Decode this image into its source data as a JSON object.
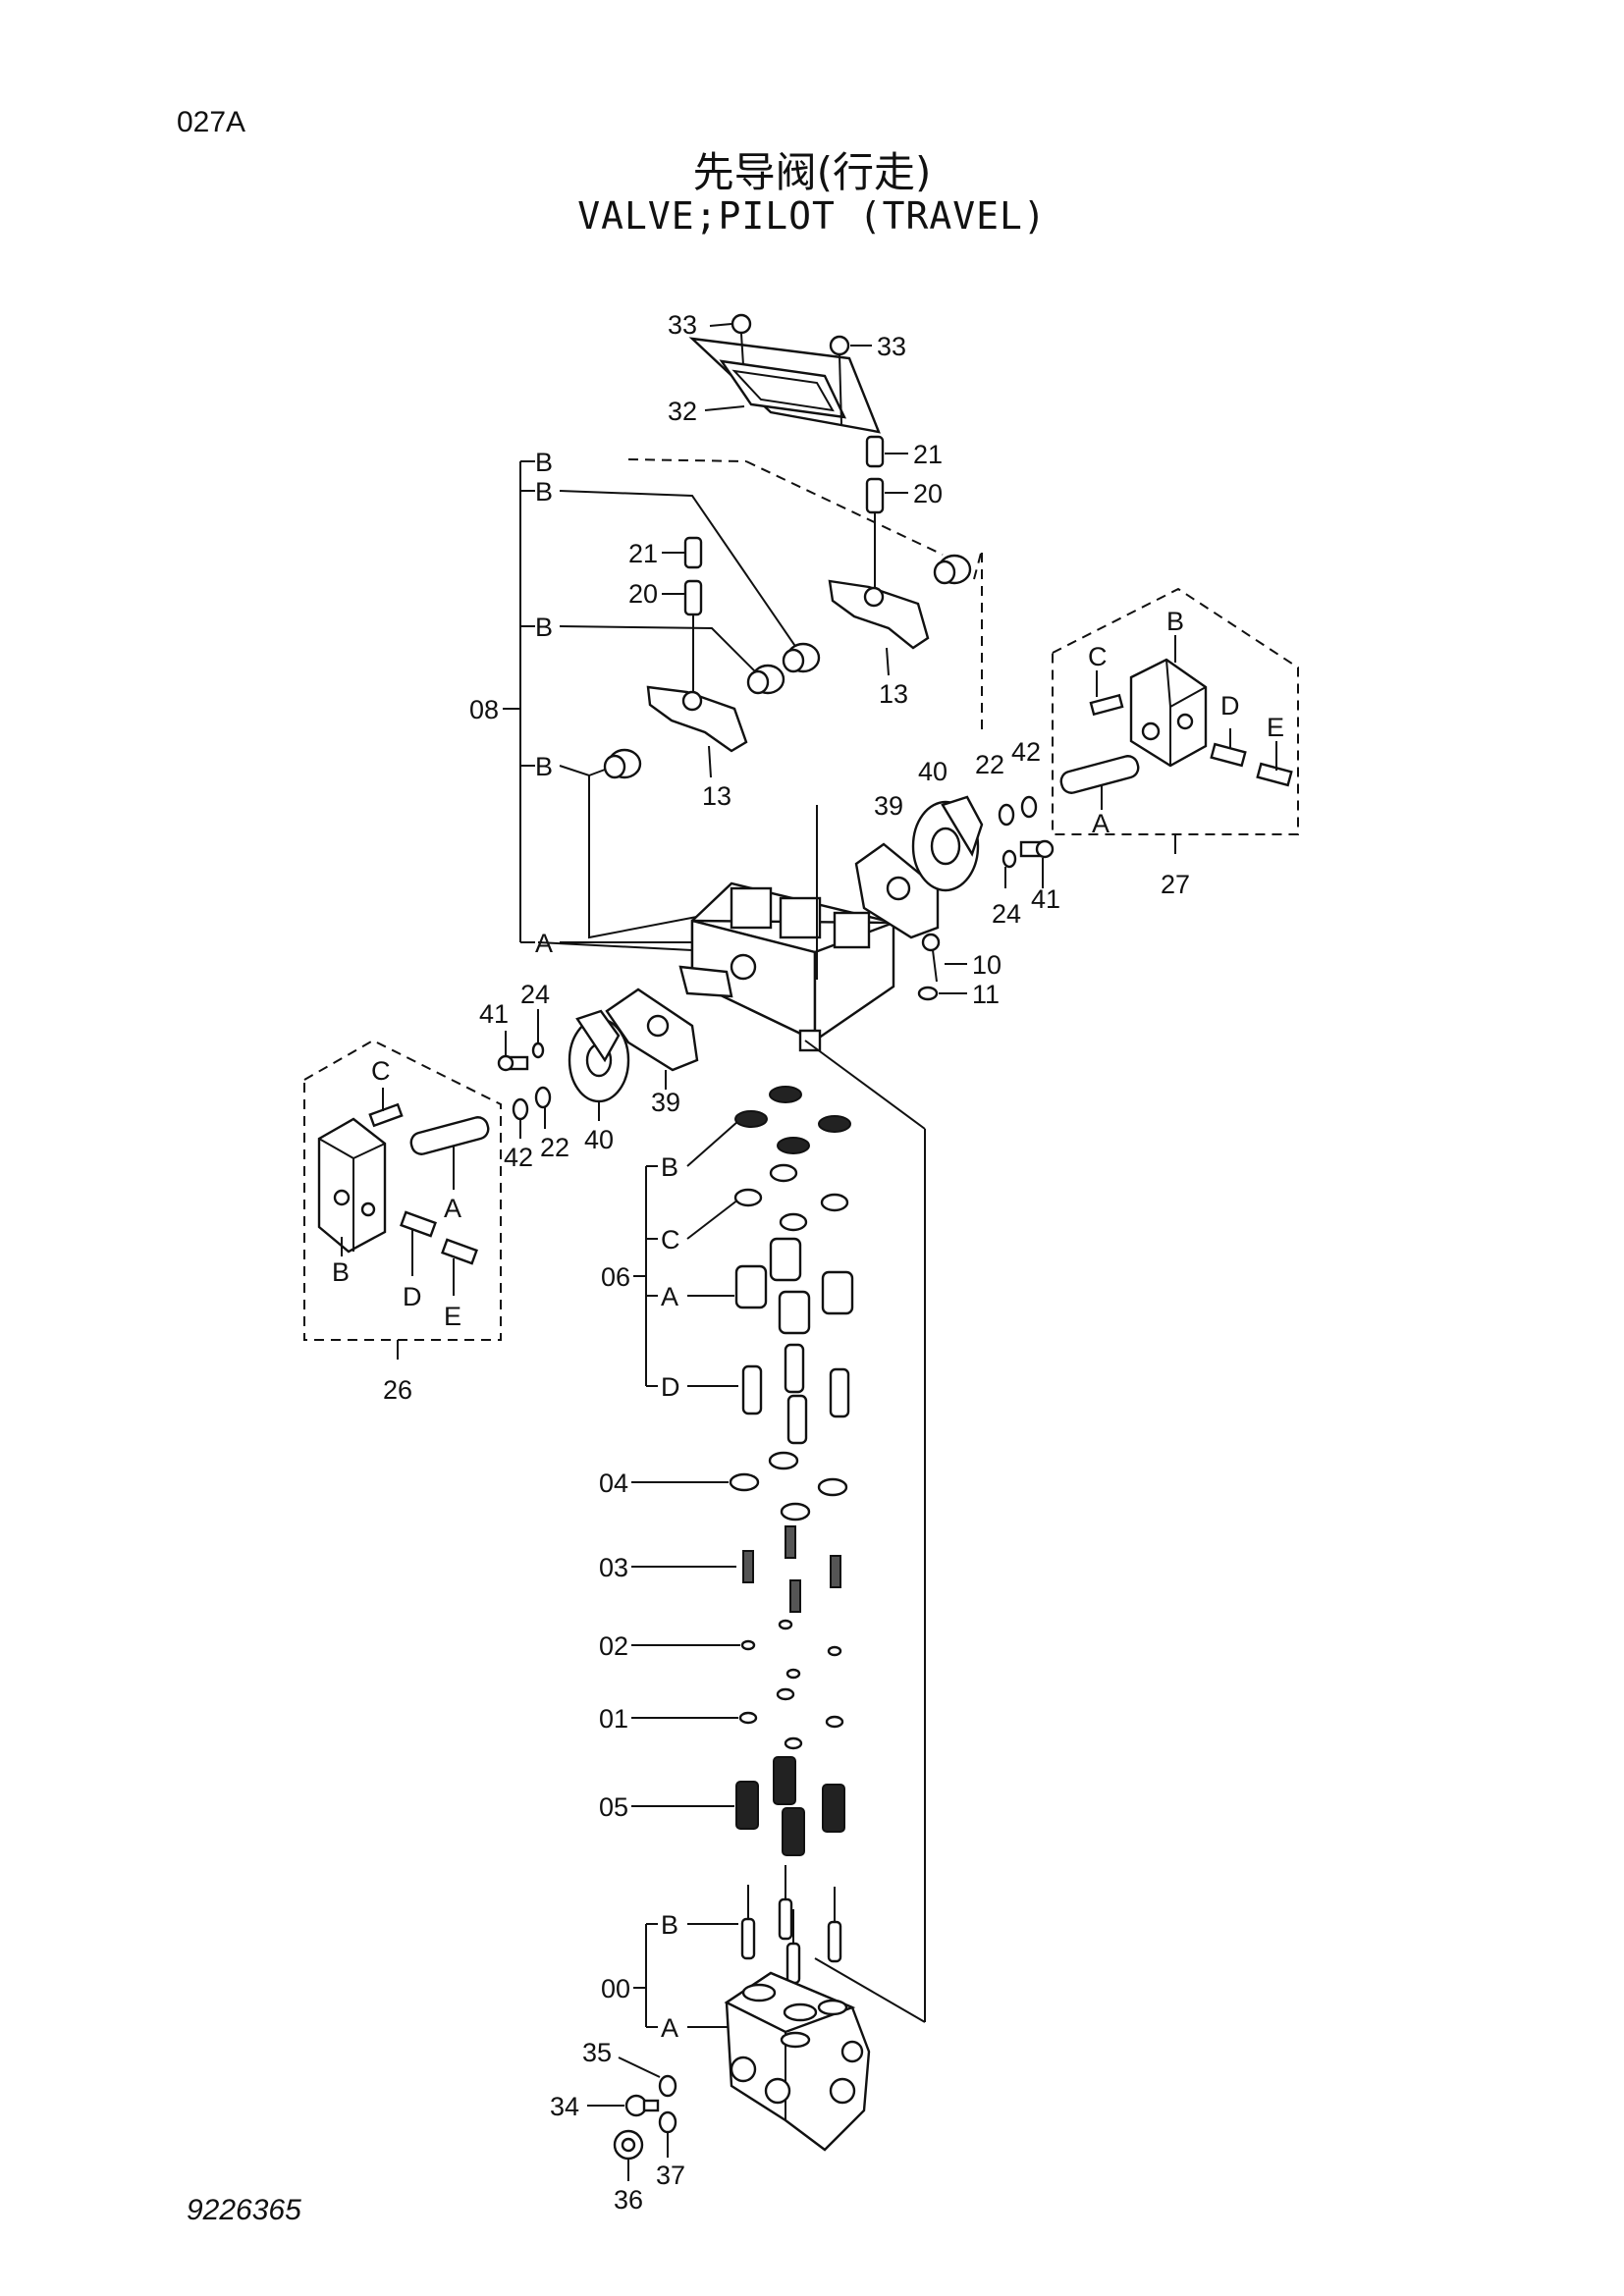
{
  "header": {
    "sheet_code": "027A",
    "title_cn": "先导阀(行走)",
    "title_en": "VALVE;PILOT (TRAVEL)"
  },
  "footer": {
    "drawing_number": "9226365"
  },
  "callouts": {
    "c33a": "33",
    "c33b": "33",
    "c32": "32",
    "c21a": "21",
    "c20a": "20",
    "c21b": "21",
    "c20b": "20",
    "cBa": "B",
    "cBb": "B",
    "cBc": "B",
    "cBd": "B",
    "cAtop": "A",
    "c08": "08",
    "c13a": "13",
    "c13b": "13",
    "c27C": "C",
    "c27B": "B",
    "c27D": "D",
    "c27E": "E",
    "c27A": "A",
    "c27": "27",
    "c22r": "22",
    "c42r": "42",
    "c40r": "40",
    "c39r": "39",
    "c24r": "24",
    "c41r": "41",
    "c10": "10",
    "c11": "11",
    "c41l": "41",
    "c24l": "24",
    "c39l": "39",
    "c40l": "40",
    "c42l": "42",
    "c22l": "22",
    "c26C": "C",
    "c26A": "A",
    "c26B": "B",
    "c26D": "D",
    "c26E": "E",
    "c26": "26",
    "c06": "06",
    "c06B": "B",
    "c06C": "C",
    "c06A": "A",
    "c06D": "D",
    "c04": "04",
    "c03": "03",
    "c02": "02",
    "c01": "01",
    "c05": "05",
    "c00": "00",
    "c00B": "B",
    "c00A": "A",
    "c35": "35",
    "c34": "34",
    "c36": "36",
    "c37": "37"
  }
}
